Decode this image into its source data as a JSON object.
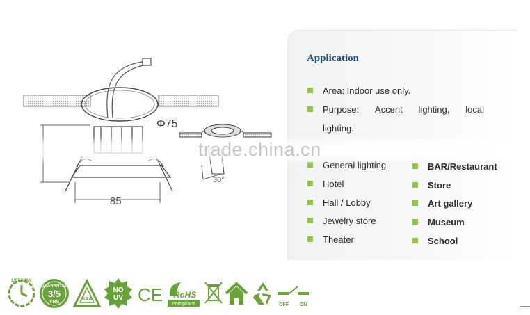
{
  "drawing": {
    "diameter_label": "Φ75",
    "width_label": "85",
    "angle_label": "30°"
  },
  "application": {
    "title": "Application",
    "area": "Area: Indoor use only.",
    "purpose_words": [
      "Purpose:",
      "Accent",
      "lighting,",
      "local"
    ],
    "purpose_cont": "lighting.",
    "venues_left": [
      "General lighting",
      "Hotel",
      "Hall / Lobby",
      "Jewelry store",
      "Theater"
    ],
    "venues_right": [
      "BAR/Restaurant",
      "Store",
      "Art gallery",
      "Museum",
      "School"
    ]
  },
  "watermark": "trade.china.cn",
  "certifications": {
    "guarantee_top": "GUARANTEE",
    "guarantee_value": "3/5",
    "guarantee_unit": "YRS",
    "lifespan": "LIFESPAN",
    "nouv_1": "NO",
    "nouv_2": "UV",
    "ce": "CE",
    "rohs": "RoHS",
    "rohs_sub": "compliant",
    "off_label": "OFF",
    "on_label": "ON",
    "saa": "SAA"
  },
  "colors": {
    "accent_green": "#8ec641",
    "icon_green": "#6aa23a",
    "title_blue": "#1f4e86"
  }
}
